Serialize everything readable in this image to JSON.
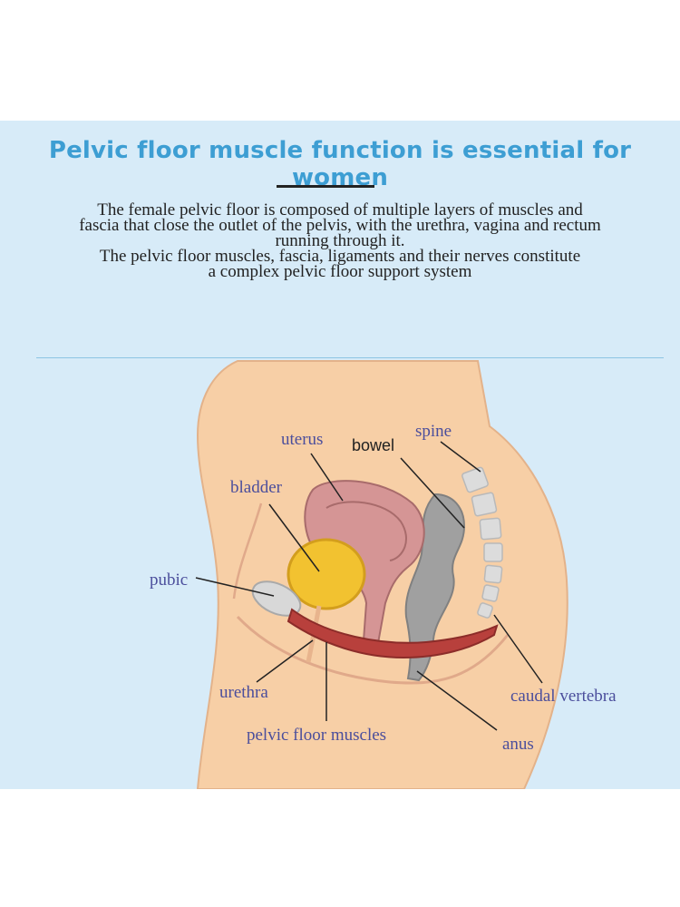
{
  "header": {
    "title": "Pelvic floor muscle function is essential for women",
    "intro_lines": [
      "The female pelvic floor is composed of multiple layers of muscles and",
      "fascia that close the outlet of the pelvis, with the urethra, vagina and rectum",
      "running through it.",
      "The pelvic floor muscles, fascia, ligaments and their nerves constitute",
      "a complex pelvic floor support system"
    ]
  },
  "diagram": {
    "labels": {
      "uterus": "uterus",
      "bowel": "bowel",
      "spine": "spine",
      "bladder": "bladder",
      "pubic": "pubic",
      "urethra": "urethra",
      "pelvic_floor_muscles": "pelvic floor muscles",
      "caudal_vertebra": "caudal vertebra",
      "anus": "anus"
    },
    "colors": {
      "background": "#d7ebf8",
      "title": "#3d9ed3",
      "skin": "#f7cfa6",
      "bladder": "#f2c230",
      "uterus": "#cf8e8e",
      "muscle": "#b8403c",
      "bowel": "#9d9d9d",
      "bone": "#d9d9d9",
      "label": "#4b4e9c"
    }
  }
}
